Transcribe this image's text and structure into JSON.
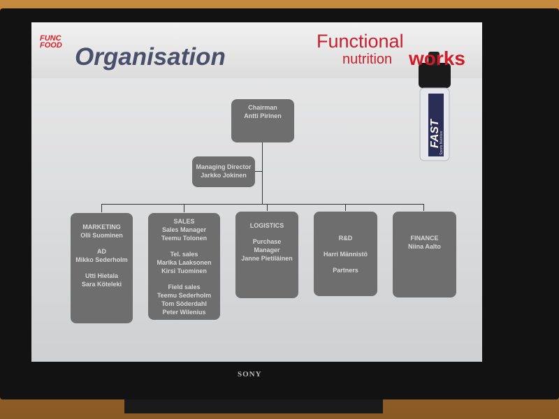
{
  "slide": {
    "logo": "FUNC FOOD",
    "title": "Organisation",
    "tagline_1": "Functional",
    "tagline_2": "nutrition",
    "tagline_3": "works",
    "shaker_brand": "FAST",
    "shaker_sub": "Sports Nutrition"
  },
  "tv_brand": "SONY",
  "org": {
    "chairman": [
      "Chairman",
      "Antti Pirinen"
    ],
    "md": [
      "Managing Director",
      "Jarkko Jokinen"
    ],
    "marketing": [
      [
        "MARKETING",
        "Olli Suominen"
      ],
      [
        "AD",
        "Mikko Sederholm"
      ],
      [
        "Utti Hietala",
        "Sara Köteleki"
      ]
    ],
    "sales": [
      [
        "SALES",
        "Sales Manager",
        "Teemu Tolonen"
      ],
      [
        "Tel. sales",
        "Marika Laaksonen",
        "Kirsi Tuominen"
      ],
      [
        "Field sales",
        "Teemu Sederholm",
        "Tom Söderdahl",
        "Peter Wilenius"
      ]
    ],
    "logistics": [
      [
        "LOGISTICS"
      ],
      [
        "Purchase",
        "Manager",
        "Janne Pietiläinen"
      ]
    ],
    "rnd": [
      [
        "R&D"
      ],
      [
        "Harri Männistö"
      ],
      [
        "Partners"
      ]
    ],
    "finance": [
      [
        "FINANCE",
        "Niina Aalto"
      ]
    ]
  }
}
